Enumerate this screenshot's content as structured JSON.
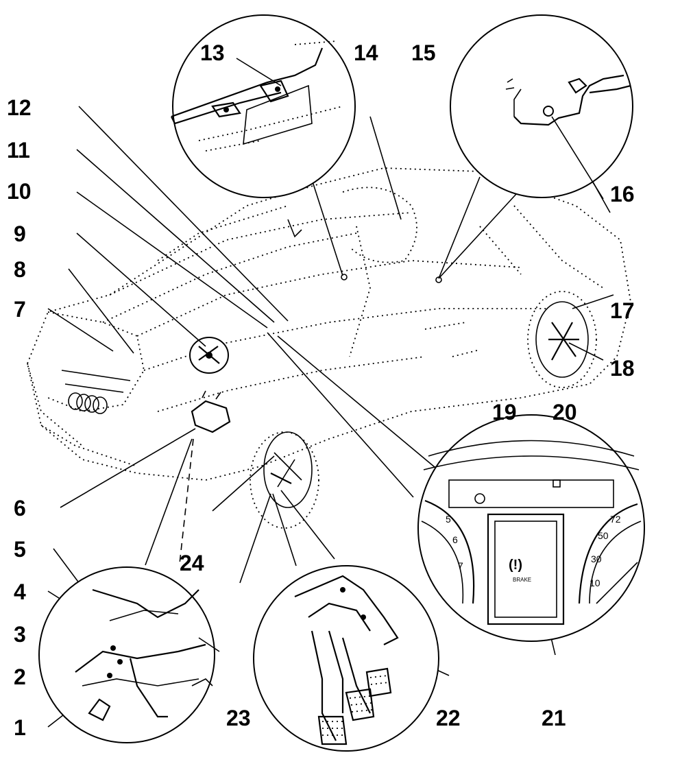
{
  "callouts": [
    {
      "id": "13",
      "text": "13"
    },
    {
      "id": "14",
      "text": "14"
    },
    {
      "id": "15",
      "text": "15"
    },
    {
      "id": "12",
      "text": "12"
    },
    {
      "id": "11",
      "text": "11"
    },
    {
      "id": "10",
      "text": "10"
    },
    {
      "id": "9",
      "text": "9"
    },
    {
      "id": "8",
      "text": "8"
    },
    {
      "id": "7",
      "text": "7"
    },
    {
      "id": "16",
      "text": "16"
    },
    {
      "id": "17",
      "text": "17"
    },
    {
      "id": "18",
      "text": "18"
    },
    {
      "id": "19",
      "text": "19"
    },
    {
      "id": "20",
      "text": "20"
    },
    {
      "id": "6",
      "text": "6"
    },
    {
      "id": "5",
      "text": "5"
    },
    {
      "id": "24",
      "text": "24"
    },
    {
      "id": "4",
      "text": "4"
    },
    {
      "id": "3",
      "text": "3"
    },
    {
      "id": "2",
      "text": "2"
    },
    {
      "id": "1",
      "text": "1"
    },
    {
      "id": "23",
      "text": "23"
    },
    {
      "id": "22",
      "text": "22"
    },
    {
      "id": "21",
      "text": "21"
    }
  ],
  "gauge_left": {
    "t5": "5",
    "t6": "6",
    "t7": "7"
  },
  "gauge_right": {
    "t1": "72",
    "t2": "50",
    "t3": "30",
    "t4": "10"
  },
  "warning_lamp": {
    "symbol": "(!)",
    "caption": "BRAKE"
  },
  "colors": {
    "ink": "#000000",
    "paper": "#ffffff"
  }
}
